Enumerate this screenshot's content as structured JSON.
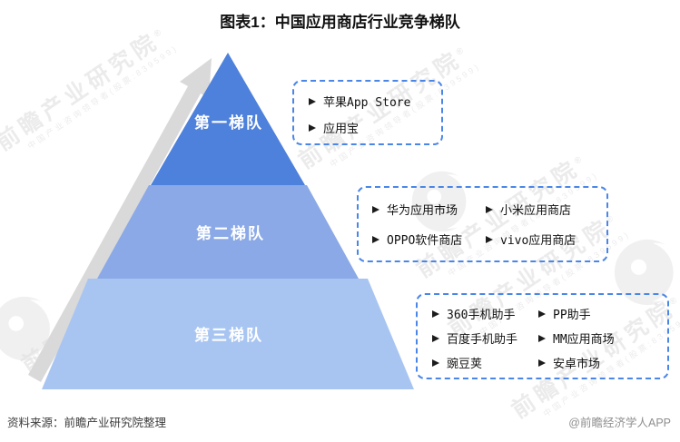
{
  "title": "图表1：中国应用商店行业竞争梯队",
  "pyramid": {
    "tiers": [
      {
        "label": "第一梯队",
        "color": "#4e81db"
      },
      {
        "label": "第二梯队",
        "color": "#8aa9e6"
      },
      {
        "label": "第三梯队",
        "color": "#a8c5f2"
      }
    ]
  },
  "callouts": {
    "tier1": {
      "items": [
        "苹果App Store",
        "应用宝"
      ]
    },
    "tier2": {
      "rows": [
        [
          "华为应用市场",
          "小米应用商店"
        ],
        [
          "OPPO软件商店",
          "vivo应用商店"
        ]
      ]
    },
    "tier3": {
      "rows": [
        [
          "360手机助手",
          "PP助手"
        ],
        [
          "百度手机助手",
          "MM应用商场"
        ],
        [
          "豌豆荚",
          "安卓市场"
        ]
      ]
    }
  },
  "colors": {
    "tier1": "#4e81db",
    "tier2": "#8aa9e6",
    "tier3": "#a8c5f2",
    "callout_border": "#4a86e8",
    "arrow": "#d9d9d9"
  },
  "footer": {
    "source": "资料来源：前瞻产业研究院整理",
    "credit": "@前瞻经济学人APP"
  },
  "watermark": {
    "brand": "前瞻产业研究院",
    "registered": "®",
    "tagline": "中国产业咨询领导者(股票:839599)"
  }
}
